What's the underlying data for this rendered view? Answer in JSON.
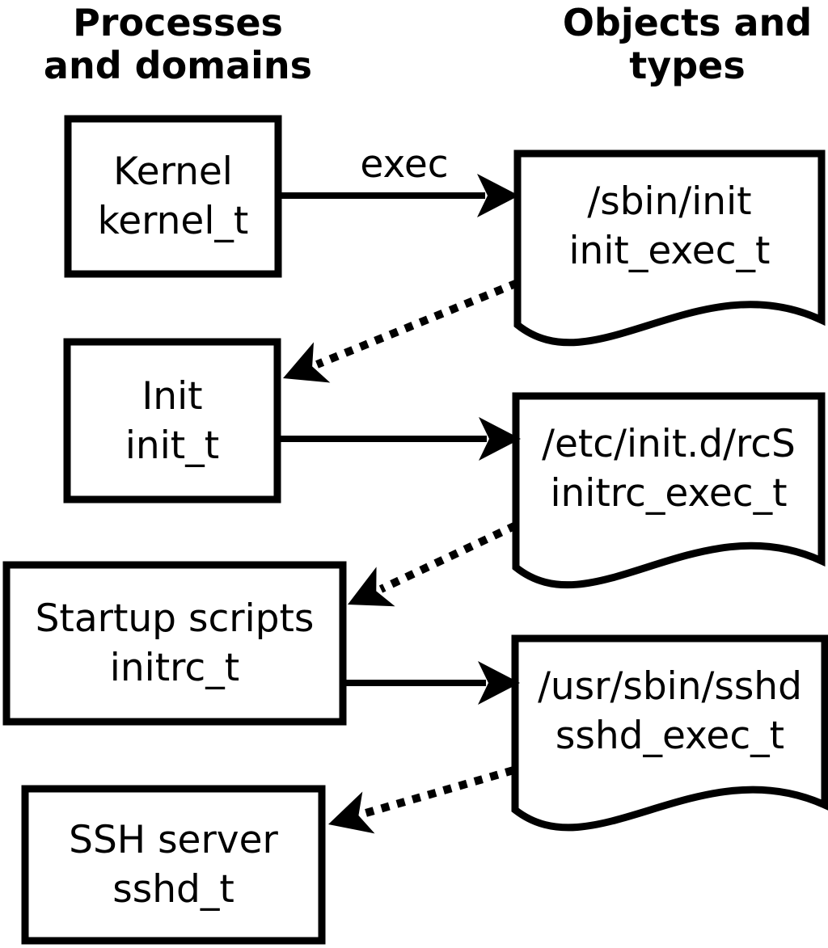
{
  "column_headers": {
    "left": {
      "line1": "Processes",
      "line2": "and domains"
    },
    "right": {
      "line1": "Objects and",
      "line2": "types"
    }
  },
  "process_boxes": [
    {
      "label": "Kernel",
      "type_label": "kernel_t"
    },
    {
      "label": "Init",
      "type_label": "init_t"
    },
    {
      "label": "Startup scripts",
      "type_label": "initrc_t"
    },
    {
      "label": "SSH server",
      "type_label": "sshd_t"
    }
  ],
  "object_docs": [
    {
      "path": "/sbin/init",
      "type_label": "init_exec_t"
    },
    {
      "path": "/etc/init.d/rcS",
      "type_label": "initrc_exec_t"
    },
    {
      "path": "/usr/sbin/sshd",
      "type_label": "sshd_exec_t"
    }
  ],
  "arrows": {
    "exec_label": "exec",
    "solid_meaning": "exec",
    "dotted_count": 3,
    "solid_count": 3
  },
  "colors": {
    "ink": "#000000",
    "paper": "#ffffff"
  }
}
